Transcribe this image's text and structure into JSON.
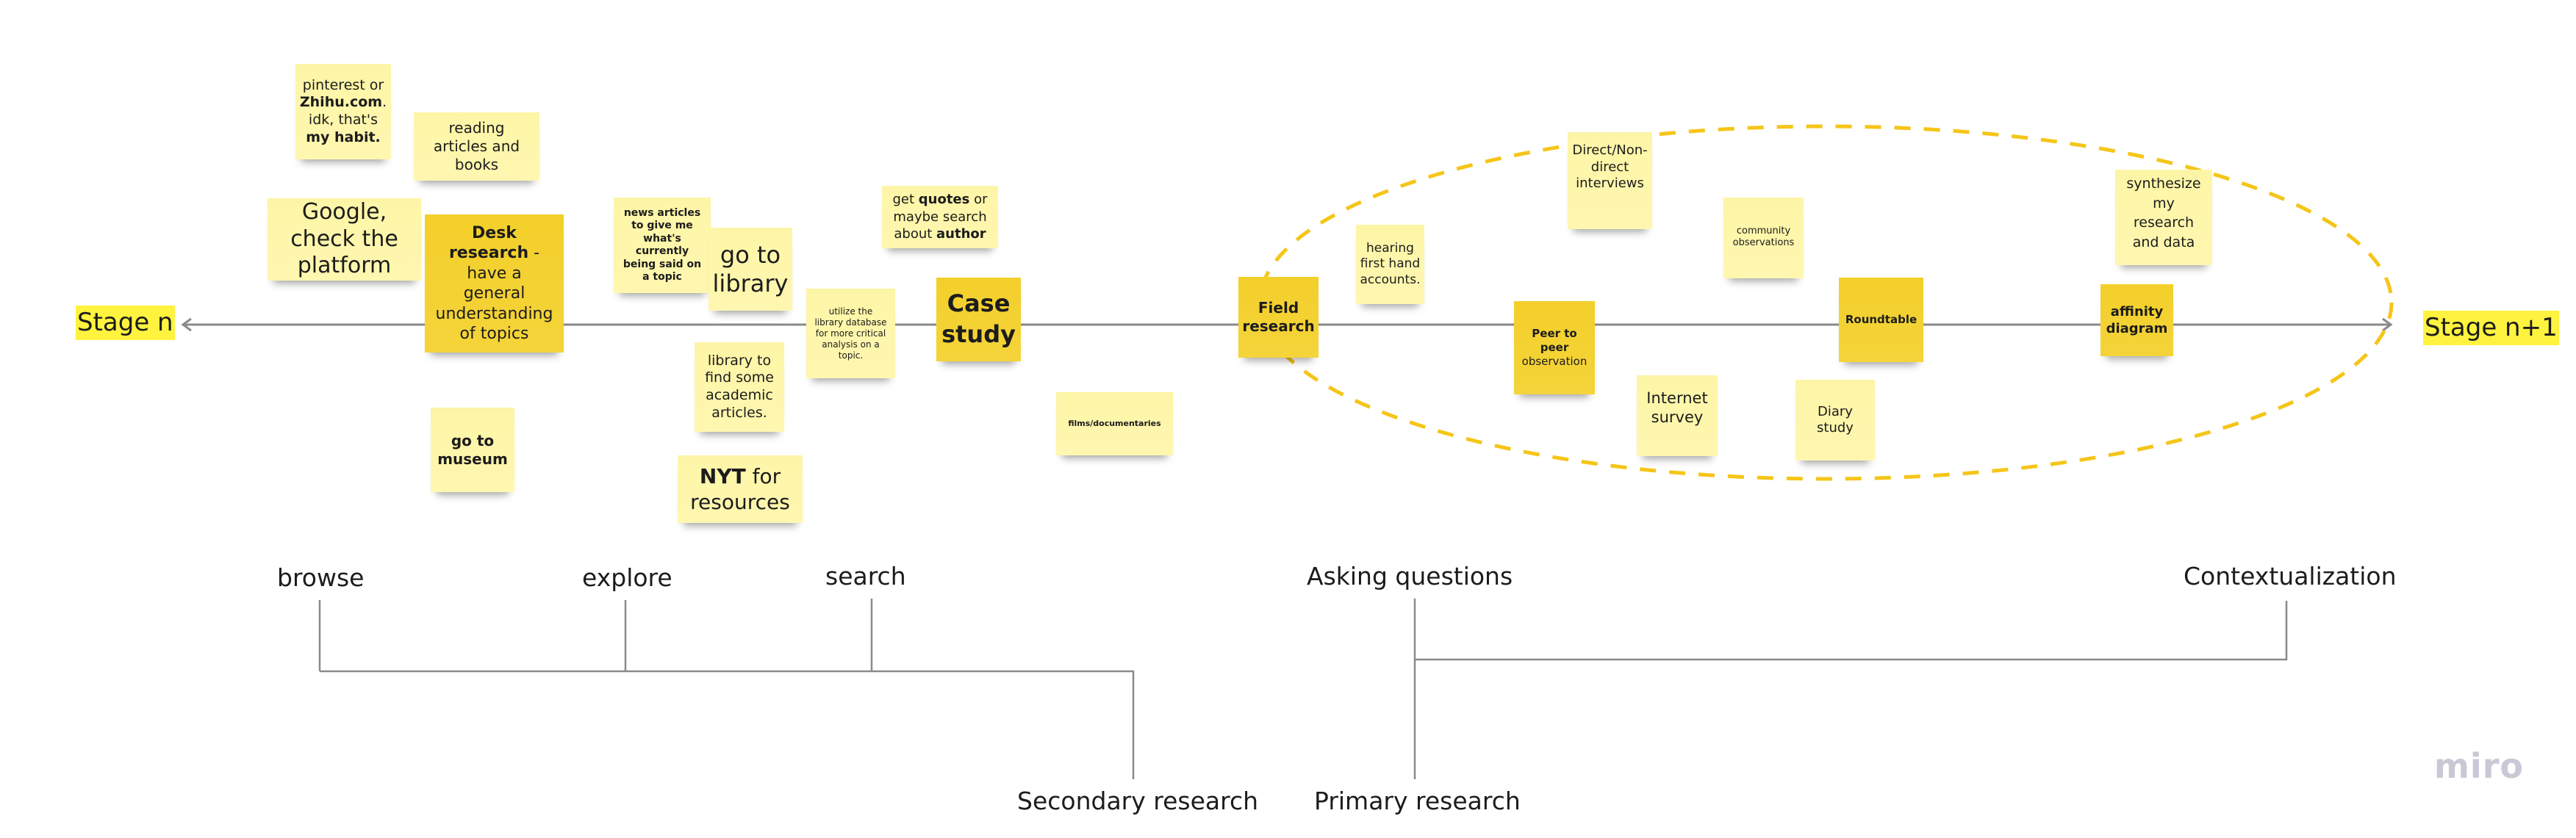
{
  "board": {
    "stage_start": "Stage n",
    "stage_end": "Stage n+1",
    "watermark": "miro",
    "colors": {
      "sticky_light": "#fff7b0",
      "sticky_dark": "#f3d033",
      "stage_highlight": "#fff33f",
      "ellipse_dash": "#f5c518",
      "connector": "#8a8a8a"
    }
  },
  "stickies": {
    "pinterest": {
      "l1": "pinterest or",
      "l2b": "Zhihu.com",
      "l2": ".",
      "l3": "idk, that's",
      "l4b": "my habit."
    },
    "reading": {
      "text": "reading articles and books"
    },
    "google": {
      "text": "Google, check the platform"
    },
    "desk": {
      "bold": "Desk research",
      "rest": " - have a general understanding of topics"
    },
    "museum": {
      "text": "go to museum"
    },
    "news": {
      "text": "news articles to give me what's currently being said on a topic"
    },
    "go_library": {
      "text": "go to library"
    },
    "library_find": {
      "text": "library to find some academic articles."
    },
    "nyt": {
      "bold": "NYT",
      "rest": " for resources"
    },
    "utilize": {
      "text": "utilize the library database for more critical analysis on a topic."
    },
    "quotes": {
      "p1": "get ",
      "b1": "quotes",
      "p2": " or maybe search about ",
      "b2": "author"
    },
    "case_study": {
      "text": "Case study"
    },
    "films": {
      "text": "films/documentaries"
    },
    "field": {
      "text": "Field research"
    },
    "hearing": {
      "text": "hearing first hand accounts."
    },
    "direct": {
      "text": "Direct/Non-direct interviews"
    },
    "peer": {
      "bold": "Peer to peer",
      "rest": " observation"
    },
    "community": {
      "text": "community observations"
    },
    "internet": {
      "text": "Internet survey"
    },
    "roundtable": {
      "text": "Roundtable"
    },
    "diary": {
      "text": "Diary study"
    },
    "synthesize": {
      "text": "synthesize my research and data"
    },
    "affinity": {
      "text": "affinity diagram"
    }
  },
  "tree": {
    "secondary": {
      "root": "Secondary research",
      "children": [
        "browse",
        "explore",
        "search"
      ]
    },
    "primary": {
      "root": "Primary research",
      "children": [
        "Asking questions",
        "Contextualization"
      ]
    }
  }
}
